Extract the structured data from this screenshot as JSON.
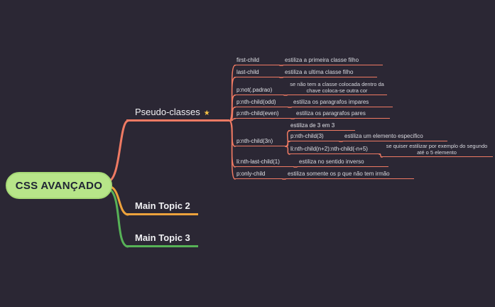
{
  "canvas": {
    "background": "#2b2734"
  },
  "root": {
    "label": "CSS AVANÇADO",
    "fill": "#b7e689",
    "text_color": "#202534"
  },
  "topics": {
    "pseudo": {
      "label": "Pseudo-classes",
      "marker": "★",
      "color": "#ef7a63"
    },
    "topic2": {
      "label": "Main Topic 2",
      "color": "#eda23c"
    },
    "topic3": {
      "label": "Main Topic 3",
      "color": "#57b257"
    }
  },
  "sub": [
    {
      "label": "first-child",
      "desc": "estiliza a primeira classe filho"
    },
    {
      "label": "last-child",
      "desc": "estiliza a ultima classe filho"
    },
    {
      "label": "p:not(.padrao)",
      "desc": "se não tem a classe colocada dentro da chave coloca-se outra cor"
    },
    {
      "label": "p:nth-child(odd)",
      "desc": "estiliza os paragrafos impares"
    },
    {
      "label": "p:nth-child(even)",
      "desc": "estiliza os paragrafos pares"
    },
    {
      "label": "p:nth-child(3n)",
      "desc": "estiliza de 3 em 3"
    },
    {
      "label": "li:nth-last-child(1)",
      "desc": "estiliza no sentido inverso"
    },
    {
      "label": "p:only-child",
      "desc": "estiliza somente os p que não tem irmão"
    }
  ],
  "sub3n": [
    {
      "label": "p:nth-child(3)",
      "desc": "estiliza um elemento especifico"
    },
    {
      "label": "li:nth-child(n+2):nth-child(-n+5)",
      "desc": "se quiser estilizar por exemplo do segundo até o 5 elemento"
    }
  ]
}
